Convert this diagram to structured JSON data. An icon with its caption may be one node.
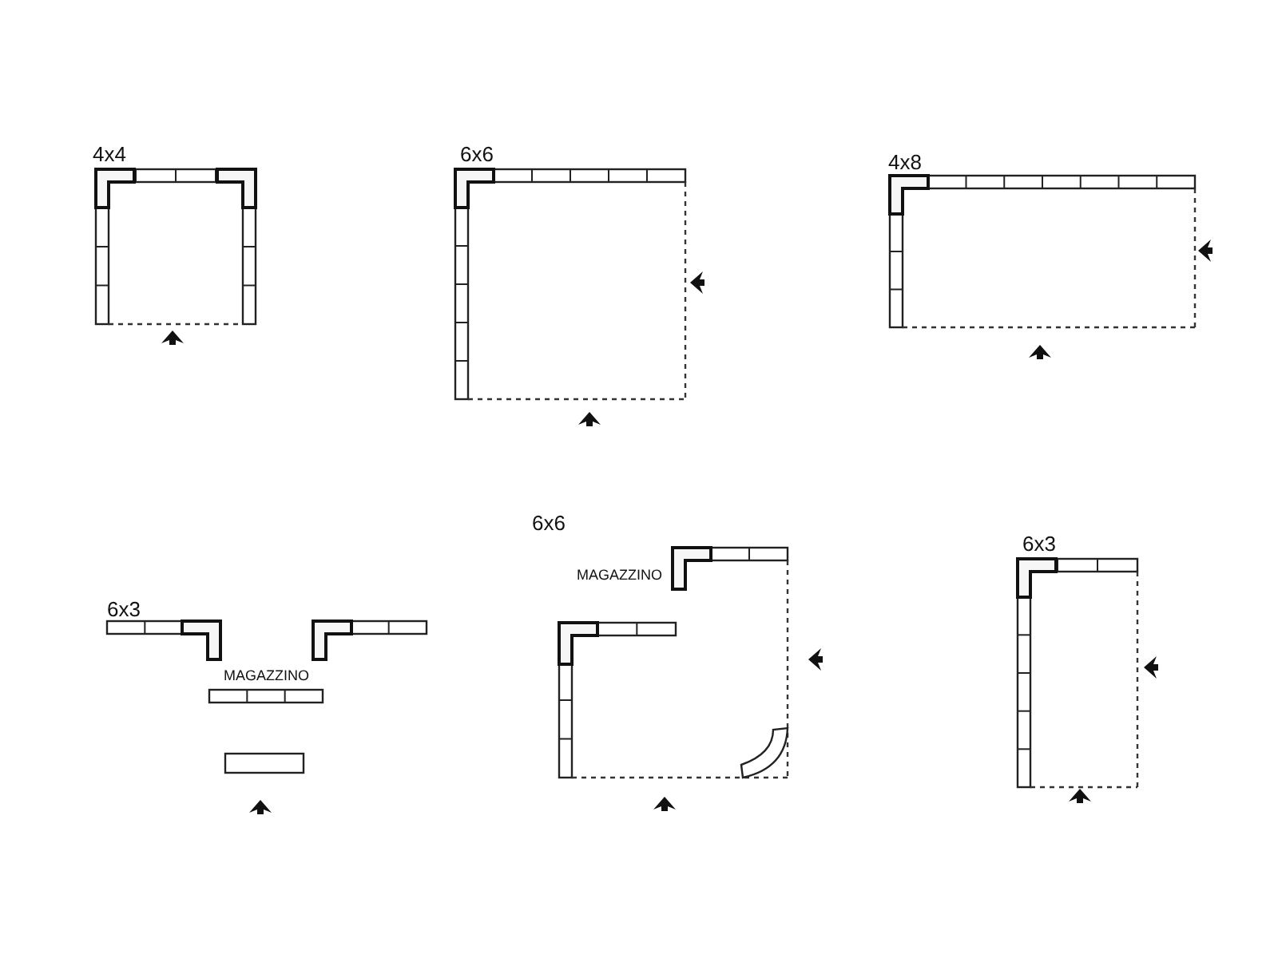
{
  "diagram": {
    "labels": [
      "4x4",
      "6x6",
      "4x8",
      "6x3",
      "MAGAZZINO",
      "6x6",
      "MAGAZZINO",
      "6x3"
    ]
  }
}
